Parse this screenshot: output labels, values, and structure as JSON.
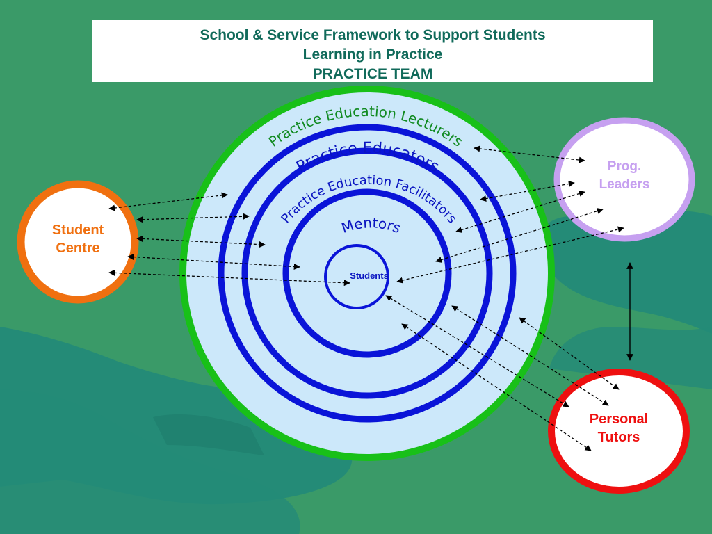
{
  "title": {
    "line1": "School & Service Framework to Support Students",
    "line2": "Learning in Practice",
    "line3": "PRACTICE TEAM"
  },
  "rings": {
    "lecturers": "Practice Education Lecturers",
    "educators": "Practice Educators",
    "facilitators": "Practice Education Facilitators",
    "mentors": "Mentors",
    "students": "Students"
  },
  "student_centre": {
    "line1": "Student",
    "line2": "Centre"
  },
  "prog_leaders": {
    "line1": "Prog.",
    "line2": "Leaders"
  },
  "personal_tutors": {
    "line1": "Personal",
    "line2": "Tutors"
  },
  "colors": {
    "background": "#3a9a68",
    "title_text": "#106a5a",
    "outer_ring": "#18c018",
    "ring_fill": "#cce8fa",
    "inner_rings": "#0a14d8",
    "student_centre": "#f07010",
    "prog_leaders": "#c6a0f0",
    "personal_tutors": "#ee1010"
  }
}
